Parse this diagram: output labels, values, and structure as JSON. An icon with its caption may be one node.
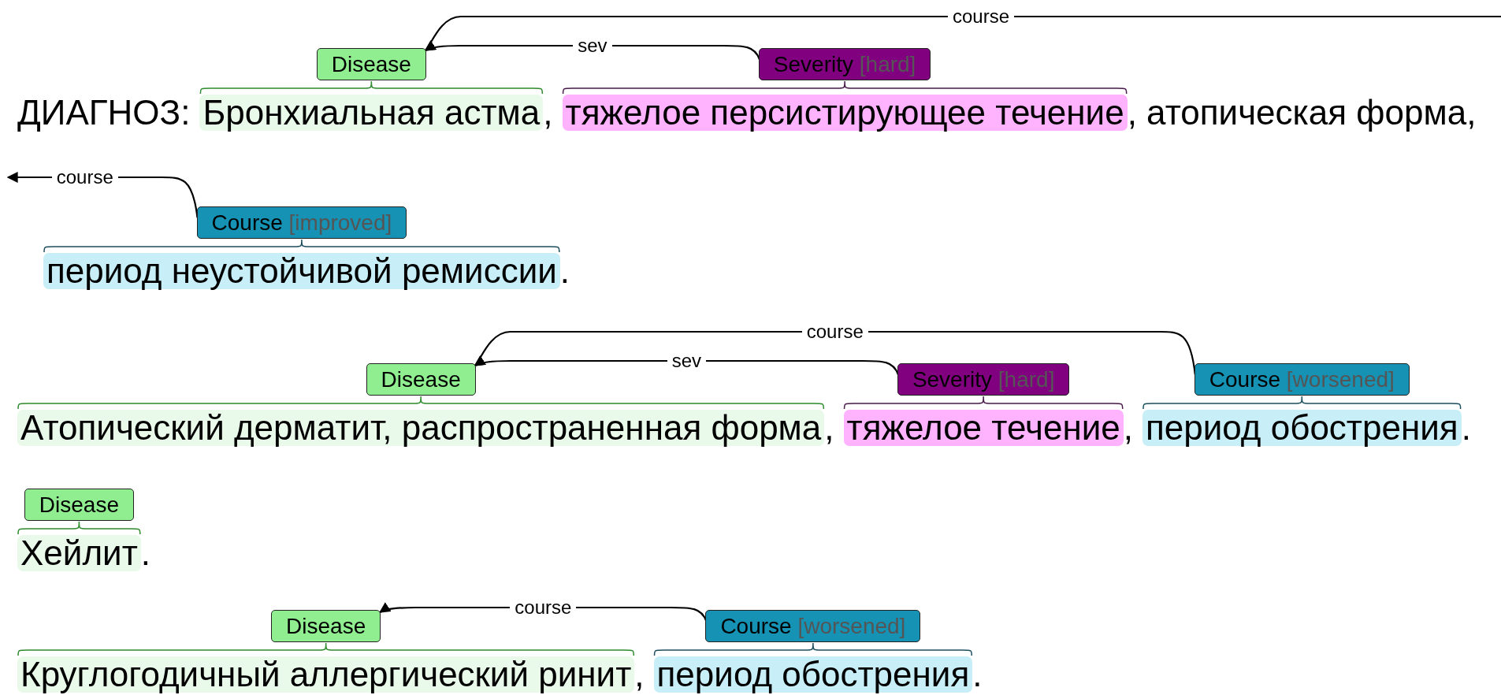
{
  "diagram": {
    "nodes": [
      {
        "text": [
          "Disease"
        ]
      },
      {
        "text": [
          "Severity",
          "[hard]"
        ]
      },
      {
        "text": [
          "Бронхиальная астма"
        ]
      },
      {
        "text": [
          "тяжелое персистирующее течение"
        ]
      },
      {
        "text": [
          "Course",
          "[improved]"
        ]
      },
      {
        "text": [
          "период неустойчивой ремиссии"
        ]
      },
      {
        "text": [
          "Disease"
        ]
      },
      {
        "text": [
          "Severity",
          "[hard]"
        ]
      },
      {
        "text": [
          "Course",
          "[worsened]"
        ]
      },
      {
        "text": [
          "Атопический дерматит, распространенная форма"
        ]
      },
      {
        "text": [
          "тяжелое течение"
        ]
      },
      {
        "text": [
          "период обострения"
        ]
      },
      {
        "text": [
          "Disease"
        ]
      },
      {
        "text": [
          "Хейлит"
        ]
      },
      {
        "text": [
          "Disease"
        ]
      },
      {
        "text": [
          "Course",
          "[worsened]"
        ]
      },
      {
        "text": [
          "Круглогодичный аллергический ринит"
        ]
      },
      {
        "text": [
          "период обострения"
        ]
      }
    ],
    "edges": [
      {
        "from": 1,
        "to": 0,
        "arrow": "to",
        "label": "sev"
      },
      {
        "from": 4,
        "to": null,
        "arrow": "to",
        "label": "course"
      },
      {
        "from": null,
        "to": 0,
        "arrow": "to",
        "label": "course"
      },
      {
        "from": 7,
        "to": 6,
        "arrow": "to",
        "label": "sev"
      },
      {
        "from": 8,
        "to": 6,
        "arrow": "to",
        "label": "course"
      },
      {
        "from": 15,
        "to": 14,
        "arrow": "to",
        "label": "course"
      }
    ],
    "labels": [
      "ДИАГНОЗ:",
      ",",
      ", атопическая форма,",
      ".",
      ",",
      ",",
      ".",
      ".",
      ",",
      "."
    ]
  }
}
